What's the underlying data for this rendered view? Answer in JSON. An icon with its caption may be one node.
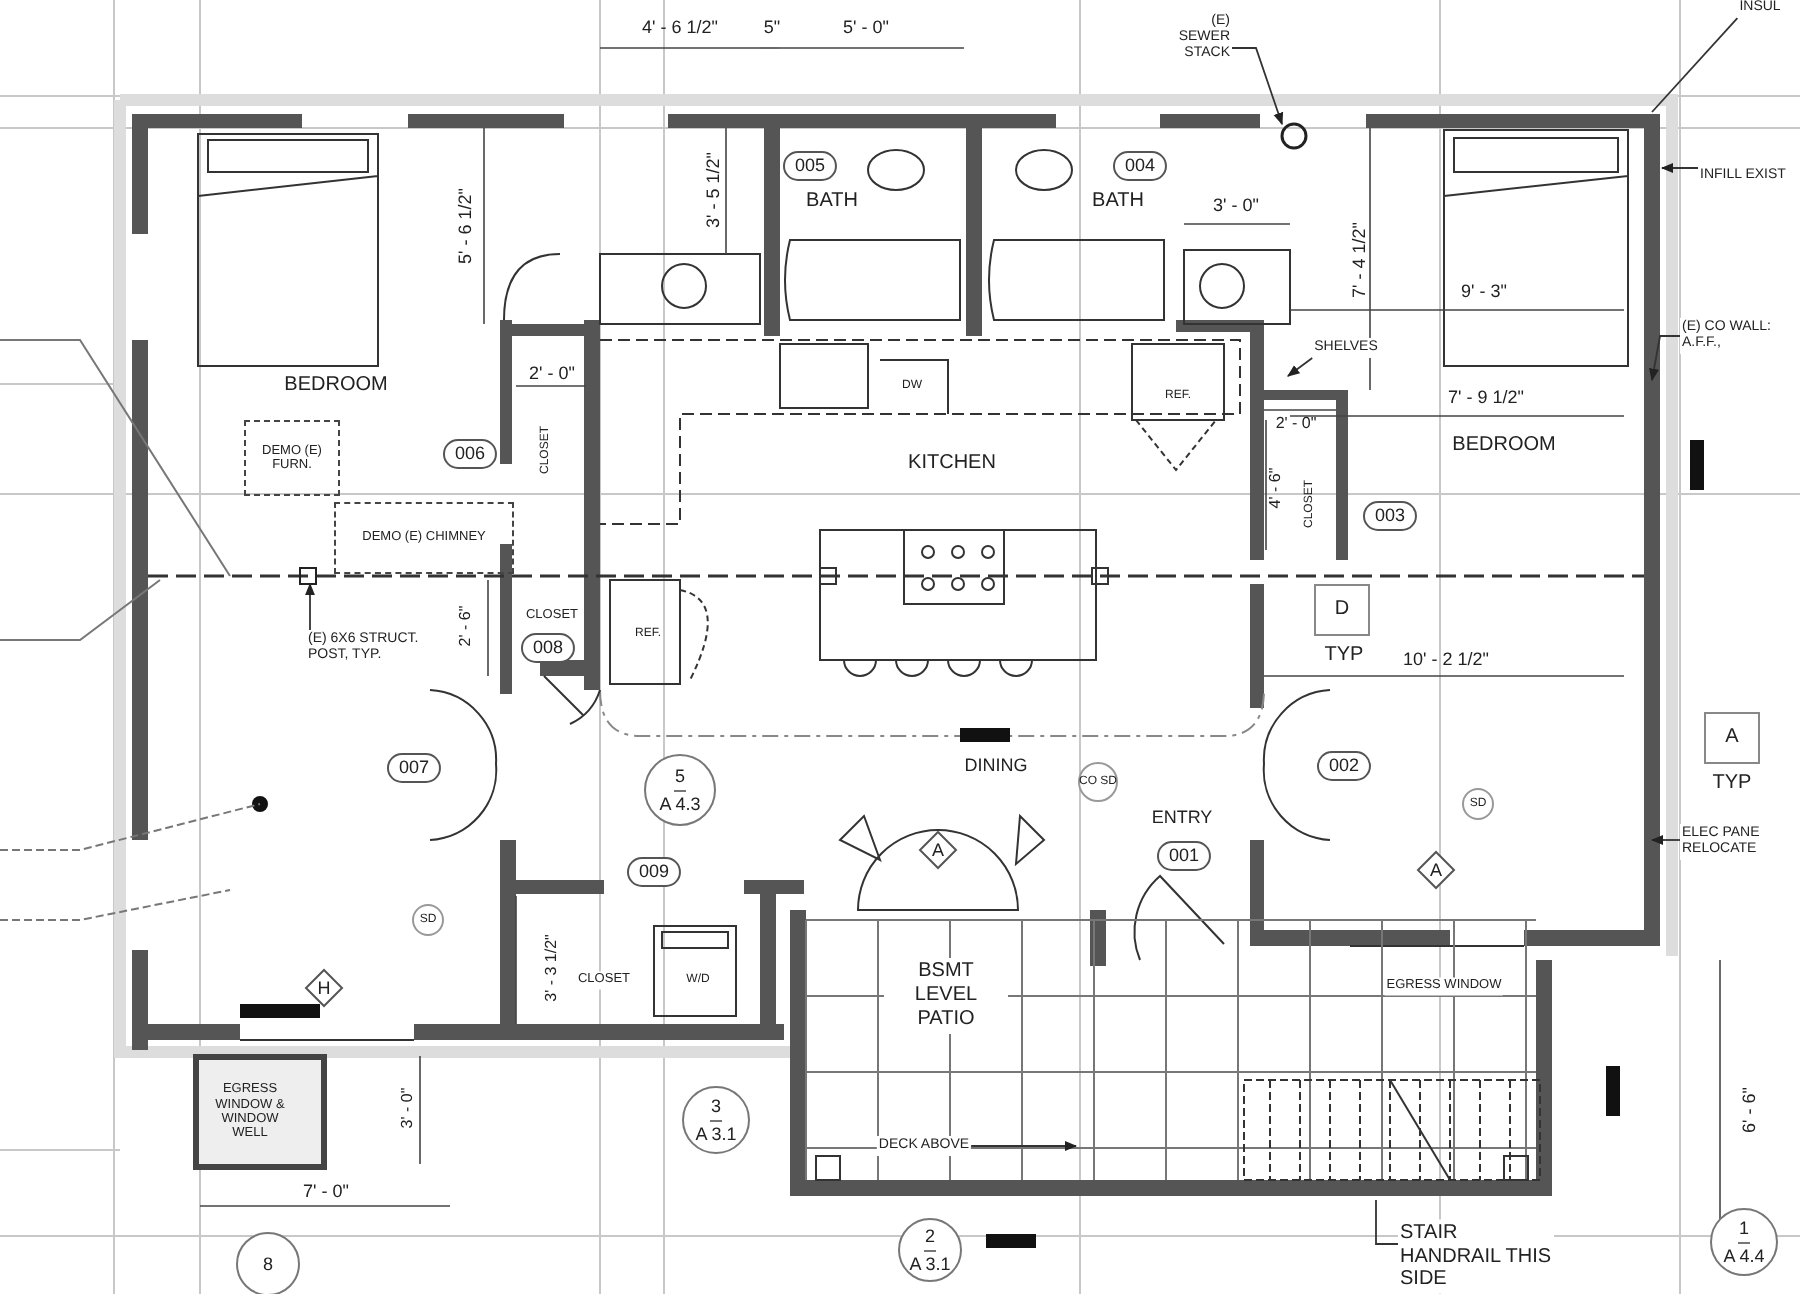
{
  "diagram": {
    "nodes": [
      {
        "text": [
          "005"
        ]
      },
      {
        "text": [
          "004"
        ]
      },
      {
        "text": [
          "006"
        ]
      },
      {
        "text": [
          "003"
        ]
      },
      {
        "text": [
          "008"
        ]
      },
      {
        "text": [
          "007"
        ]
      },
      {
        "text": [
          "009"
        ]
      },
      {
        "text": [
          "001"
        ]
      },
      {
        "text": [
          "002"
        ]
      },
      {
        "text": [
          "5",
          "A 4.3"
        ]
      },
      {
        "text": [
          "3",
          "A 3.1"
        ]
      },
      {
        "text": [
          "2",
          "A 3.1"
        ]
      },
      {
        "text": [
          "8"
        ]
      },
      {
        "text": [
          "1",
          "A 4.4"
        ]
      },
      {
        "text": [
          "H"
        ]
      },
      {
        "text": [
          "A"
        ]
      },
      {
        "text": [
          "A"
        ]
      },
      {
        "text": [
          "D"
        ],
        "beside": [
          "TYP"
        ]
      },
      {
        "text": [
          "A"
        ],
        "beside": [
          "TYP"
        ]
      },
      {
        "text": [
          "SD"
        ]
      },
      {
        "text": [
          "CO SD"
        ]
      },
      {
        "text": [
          "SD"
        ]
      },
      {
        "text": [
          "DEMO (E) FURN."
        ]
      },
      {
        "text": [
          "DEMO (E) CHIMNEY"
        ]
      },
      {
        "text": [
          "(E) SEWER STACK"
        ]
      },
      {
        "text": [],
        "shape": "circle"
      },
      {
        "text": [
          "SHELVES"
        ]
      },
      {
        "text": [
          "(E) 6X6 STRUCT. POST, TYP."
        ]
      },
      {
        "text": [],
        "shape": "box"
      },
      {
        "text": [
          "DECK ABOVE"
        ]
      },
      {
        "text": [
          "STAIR HANDRAIL THIS SIDE"
        ]
      },
      {
        "text": [
          "INFILL EXIST"
        ]
      },
      {
        "text": [
          "(E) CO WALL: A.F.F.,"
        ]
      },
      {
        "text": [
          "ELEC PANE RELOCATE"
        ]
      },
      {
        "text": [
          "INSUL"
        ]
      },
      {
        "text": [
          "EGRESS WINDOW & WINDOW WELL"
        ]
      }
    ],
    "edges": [
      {
        "from": 24,
        "to": 25,
        "arrow": "to"
      },
      {
        "from": 26,
        "to": null,
        "arrow": "to"
      },
      {
        "from": 27,
        "to": 28,
        "arrow": "to"
      },
      {
        "from": 29,
        "to": null,
        "arrow": "to"
      },
      {
        "from": 30,
        "to": null,
        "arrow": "none"
      },
      {
        "from": 31,
        "to": null,
        "arrow": "to"
      },
      {
        "from": 32,
        "to": null,
        "arrow": "to"
      },
      {
        "from": 33,
        "to": null,
        "arrow": "to"
      },
      {
        "from": 34,
        "to": null,
        "arrow": "none"
      }
    ],
    "labels": [
      "BEDROOM",
      "BATH",
      "BATH",
      "KITCHEN",
      "BEDROOM",
      "CLOSET",
      "CLOSET",
      "CLOSET",
      "CLOSET",
      "DINING",
      "ENTRY",
      "BSMT LEVEL PATIO",
      "EGRESS WINDOW",
      "DW",
      "REF.",
      "REF.",
      "W/D",
      "4' - 6 1/2\"",
      "5\"",
      "5' - 0\"",
      "5' - 6 1/2\"",
      "3' - 5 1/2\"",
      "3' - 0\"",
      "7' - 4 1/2\"",
      "9' - 3\"",
      "2' - 0\"",
      "2' - 0\"",
      "7' - 9 1/2\"",
      "4' - 6\"",
      "2' - 6\"",
      "10' - 2 1/2\"",
      "3' - 3 1/2\"",
      "3' - 0\"",
      "7' - 0\"",
      "6' - 6\""
    ]
  }
}
